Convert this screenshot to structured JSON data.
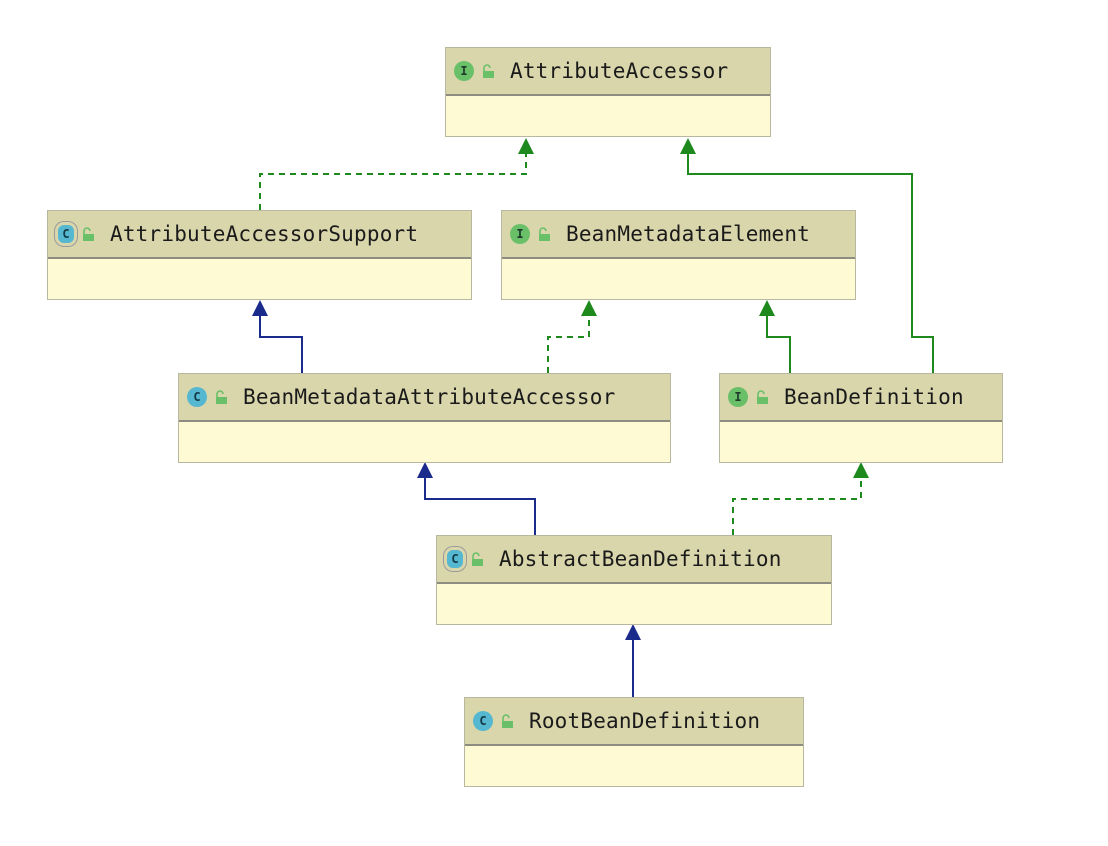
{
  "diagram": {
    "nodes": [
      {
        "id": "attributeAccessor",
        "name": "AttributeAccessor",
        "kind": "interface",
        "kind_letter": "I"
      },
      {
        "id": "attributeAccessorSupport",
        "name": "AttributeAccessorSupport",
        "kind": "abstract",
        "kind_letter": "C"
      },
      {
        "id": "beanMetadataElement",
        "name": "BeanMetadataElement",
        "kind": "interface",
        "kind_letter": "I"
      },
      {
        "id": "beanMetadataAttributeAccessor",
        "name": "BeanMetadataAttributeAccessor",
        "kind": "class",
        "kind_letter": "C"
      },
      {
        "id": "beanDefinition",
        "name": "BeanDefinition",
        "kind": "interface",
        "kind_letter": "I"
      },
      {
        "id": "abstractBeanDefinition",
        "name": "AbstractBeanDefinition",
        "kind": "abstract",
        "kind_letter": "C"
      },
      {
        "id": "rootBeanDefinition",
        "name": "RootBeanDefinition",
        "kind": "class",
        "kind_letter": "C"
      }
    ],
    "edges": [
      {
        "from": "attributeAccessorSupport",
        "to": "attributeAccessor",
        "type": "implements"
      },
      {
        "from": "beanDefinition",
        "to": "attributeAccessor",
        "type": "extends-interface"
      },
      {
        "from": "beanMetadataAttributeAccessor",
        "to": "attributeAccessorSupport",
        "type": "extends"
      },
      {
        "from": "beanMetadataAttributeAccessor",
        "to": "beanMetadataElement",
        "type": "implements"
      },
      {
        "from": "beanDefinition",
        "to": "beanMetadataElement",
        "type": "extends-interface"
      },
      {
        "from": "abstractBeanDefinition",
        "to": "beanMetadataAttributeAccessor",
        "type": "extends"
      },
      {
        "from": "abstractBeanDefinition",
        "to": "beanDefinition",
        "type": "implements"
      },
      {
        "from": "rootBeanDefinition",
        "to": "abstractBeanDefinition",
        "type": "extends"
      }
    ],
    "colors": {
      "implements": "#1e8a1e",
      "extends-interface": "#1e8a1e",
      "extends": "#1a2b8c",
      "node_header": "#d9d6ac",
      "node_body": "#fefbd4",
      "interface_badge": "#6abf69",
      "class_badge": "#55b8d0",
      "lock_icon": "#6abf69"
    }
  }
}
